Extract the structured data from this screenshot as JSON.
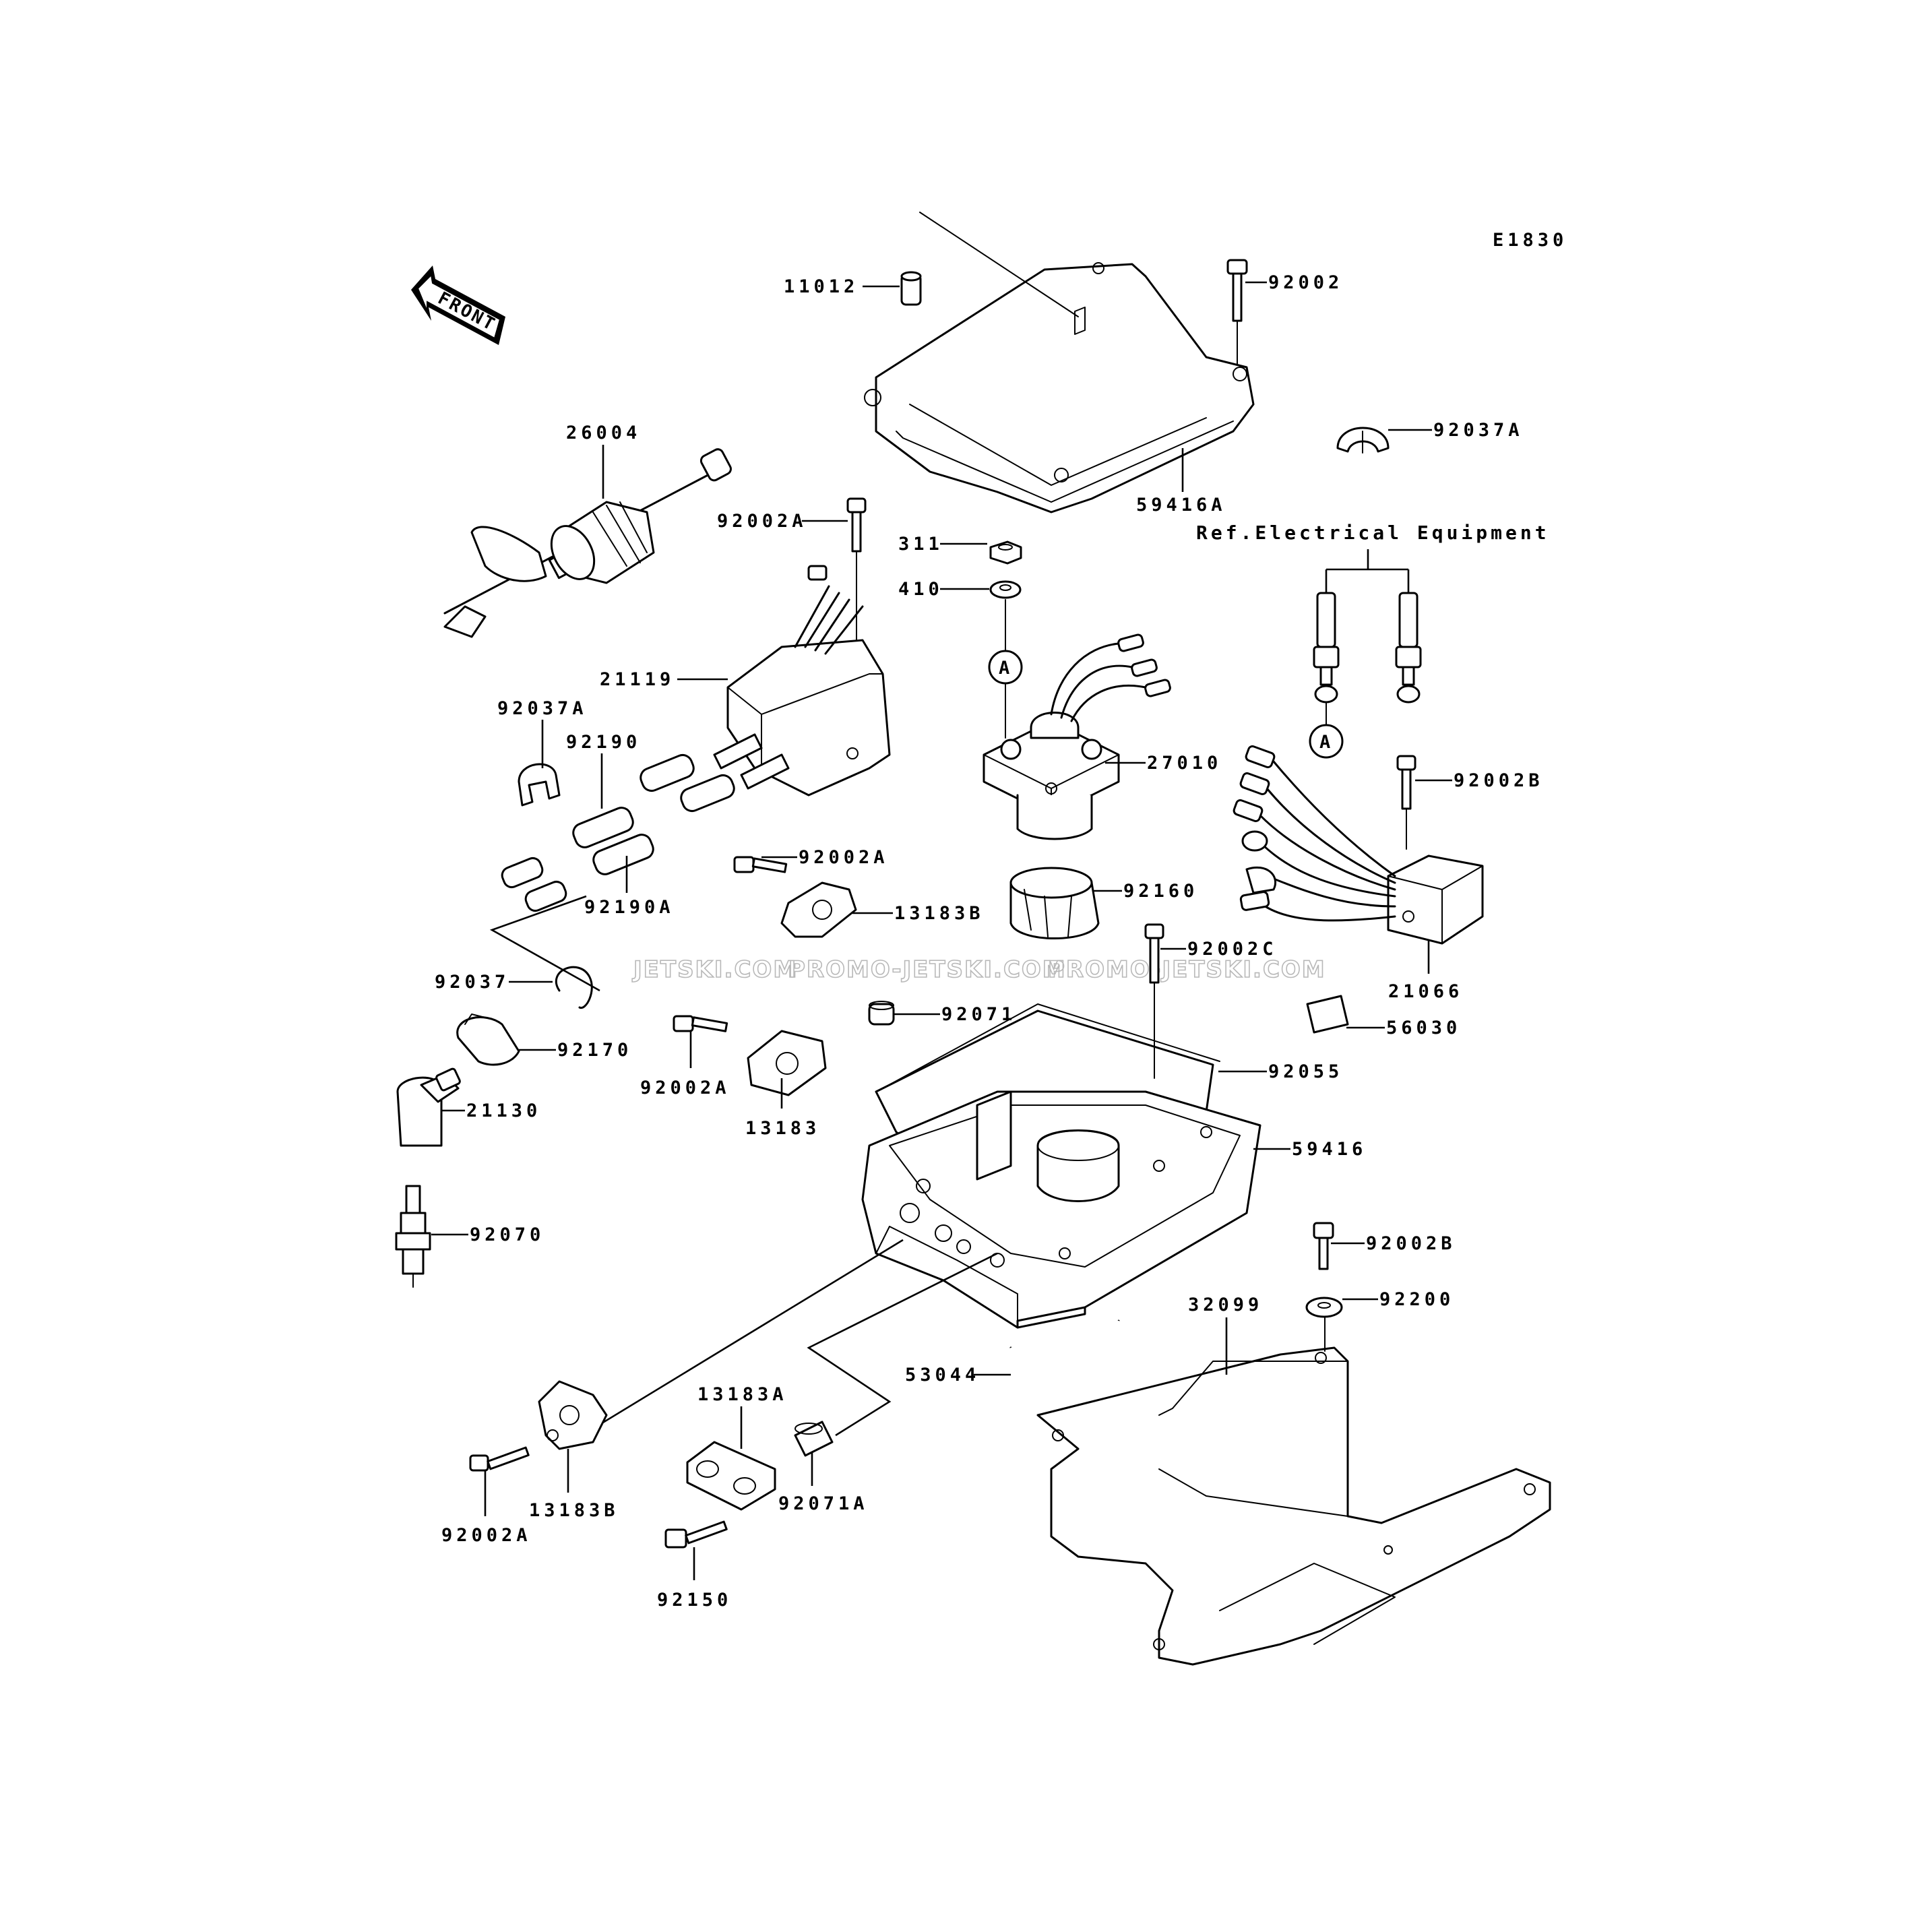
{
  "diagram_code": "E1830",
  "front_label": "FRONT",
  "reference_note": "Ref.Electrical Equipment",
  "connector_mark": "A",
  "watermarks": [
    "JETSKI.COM",
    "PROMO-JETSKI.COM",
    "PROMO-JETSKI.COM"
  ],
  "parts": {
    "p11012": "11012",
    "p92002": "92002",
    "p92037A_top": "92037A",
    "p59416A": "59416A",
    "p26004": "26004",
    "p92002A_1": "92002A",
    "p311": "311",
    "p410": "410",
    "p21119": "21119",
    "p92037A": "92037A",
    "p92190": "92190",
    "p27010": "27010",
    "p92002B_1": "92002B",
    "p92190A": "92190A",
    "p92002A_2": "92002A",
    "p13183B_1": "13183B",
    "p92160": "92160",
    "p92002C": "92002C",
    "p92037": "92037",
    "p92071": "92071",
    "p21066": "21066",
    "p92170": "92170",
    "p56030": "56030",
    "p92002A_3": "92002A",
    "p92055": "92055",
    "p13183": "13183",
    "p21130": "21130",
    "p59416": "59416",
    "p92070": "92070",
    "p92002B_2": "92002B",
    "p32099": "32099",
    "p92200": "92200",
    "p53044": "53044",
    "p13183A": "13183A",
    "p13183B_2": "13183B",
    "p92071A": "92071A",
    "p92002A_4": "92002A",
    "p92150": "92150"
  }
}
